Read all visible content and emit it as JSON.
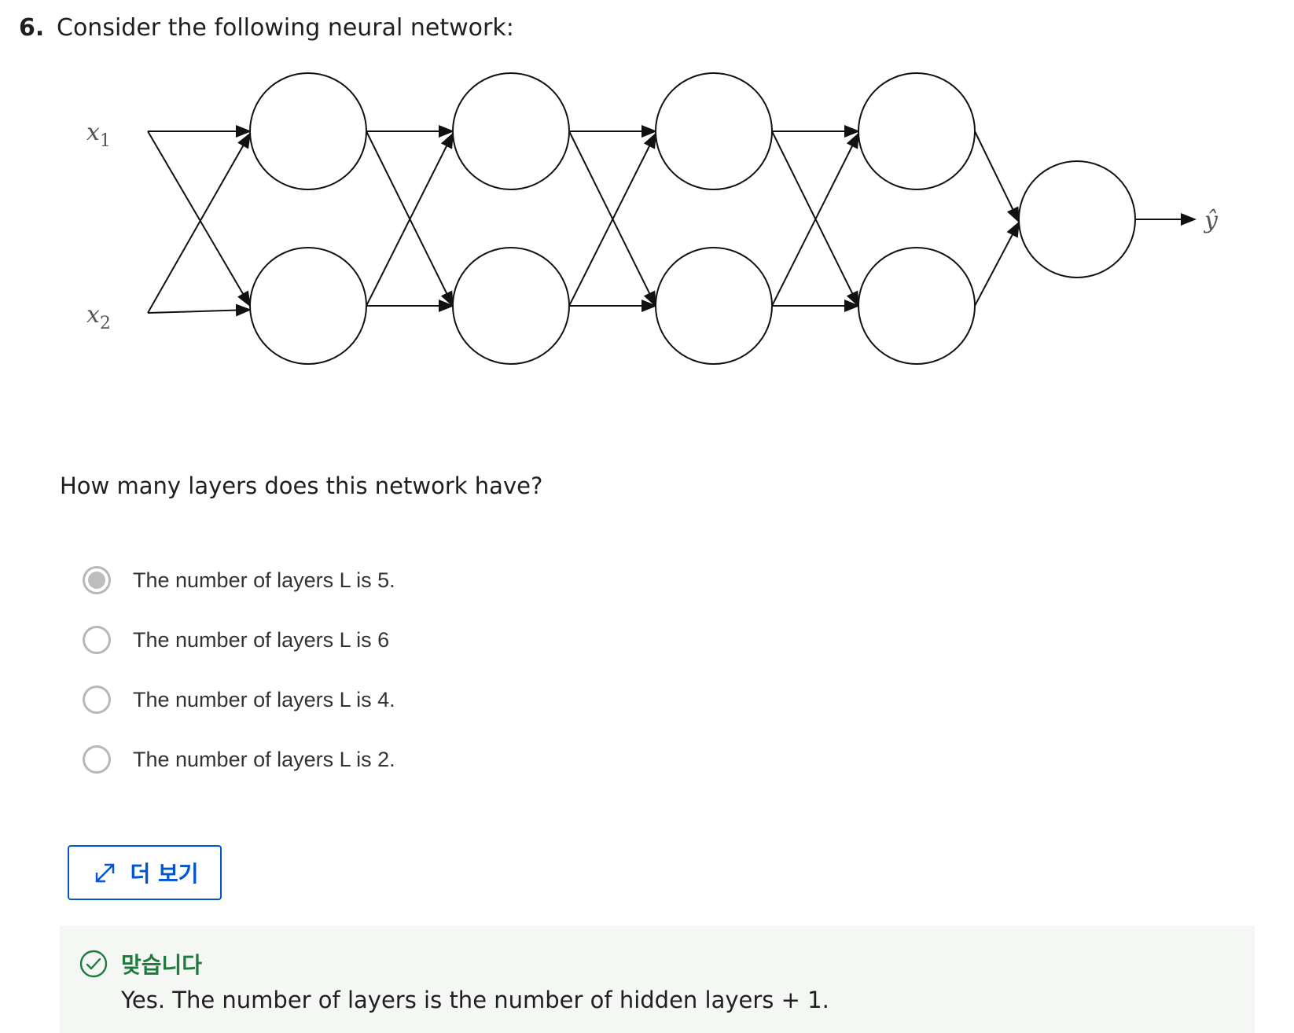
{
  "question": {
    "number": "6.",
    "title": "Consider the following neural network:",
    "prompt": "How many layers does this network have?"
  },
  "diagram": {
    "inputs": [
      "x",
      "x"
    ],
    "input_subscripts": [
      "1",
      "2"
    ],
    "output": "ŷ"
  },
  "options": [
    {
      "label": "The number of layers L is 5.",
      "selected": true
    },
    {
      "label": "The number of layers L is 6",
      "selected": false
    },
    {
      "label": "The number of layers L is 4.",
      "selected": false
    },
    {
      "label": "The number of layers L is 2.",
      "selected": false
    }
  ],
  "more_button": {
    "label": "더 보기",
    "icon": "expand-icon"
  },
  "feedback": {
    "status": "맞습니다",
    "text": "Yes. The number of layers is the number of hidden layers + 1.",
    "icon": "check-circle-icon",
    "color": "#1f7a3d"
  },
  "colors": {
    "accent": "#0056d2",
    "selected_radio": "#bdbdbd",
    "feedback_background": "#f4f7f4"
  }
}
